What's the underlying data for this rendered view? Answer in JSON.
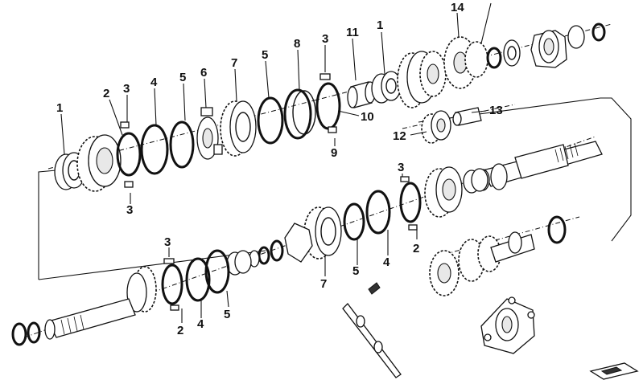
{
  "labels": {
    "l_14": "14",
    "l_1a": "1",
    "l_11": "11",
    "l_3a": "3",
    "l_8": "8",
    "l_5a": "5",
    "l_7a": "7",
    "l_6": "6",
    "l_5b": "5",
    "l_4a": "4",
    "l_3b": "3",
    "l_2a": "2",
    "l_1b": "1",
    "l_3c": "3",
    "l_13": "13",
    "l_12": "12",
    "l_10": "10",
    "l_9": "9",
    "l_3d": "3",
    "l_2b": "2",
    "l_4b": "4",
    "l_5c": "5",
    "l_7b": "7",
    "l_3e": "3",
    "l_2c": "2",
    "l_4c": "4",
    "l_5d": "5"
  },
  "colors": {
    "line": "#111111",
    "background": "#ffffff"
  }
}
